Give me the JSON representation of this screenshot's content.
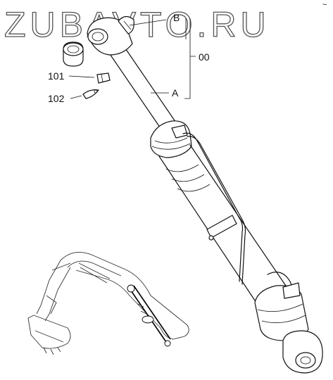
{
  "watermark": "ZUBAVTO.RU",
  "callouts": {
    "b": "B",
    "a": "A",
    "group": "00",
    "part_101": "101",
    "part_102": "102"
  },
  "corner_mark": "~"
}
